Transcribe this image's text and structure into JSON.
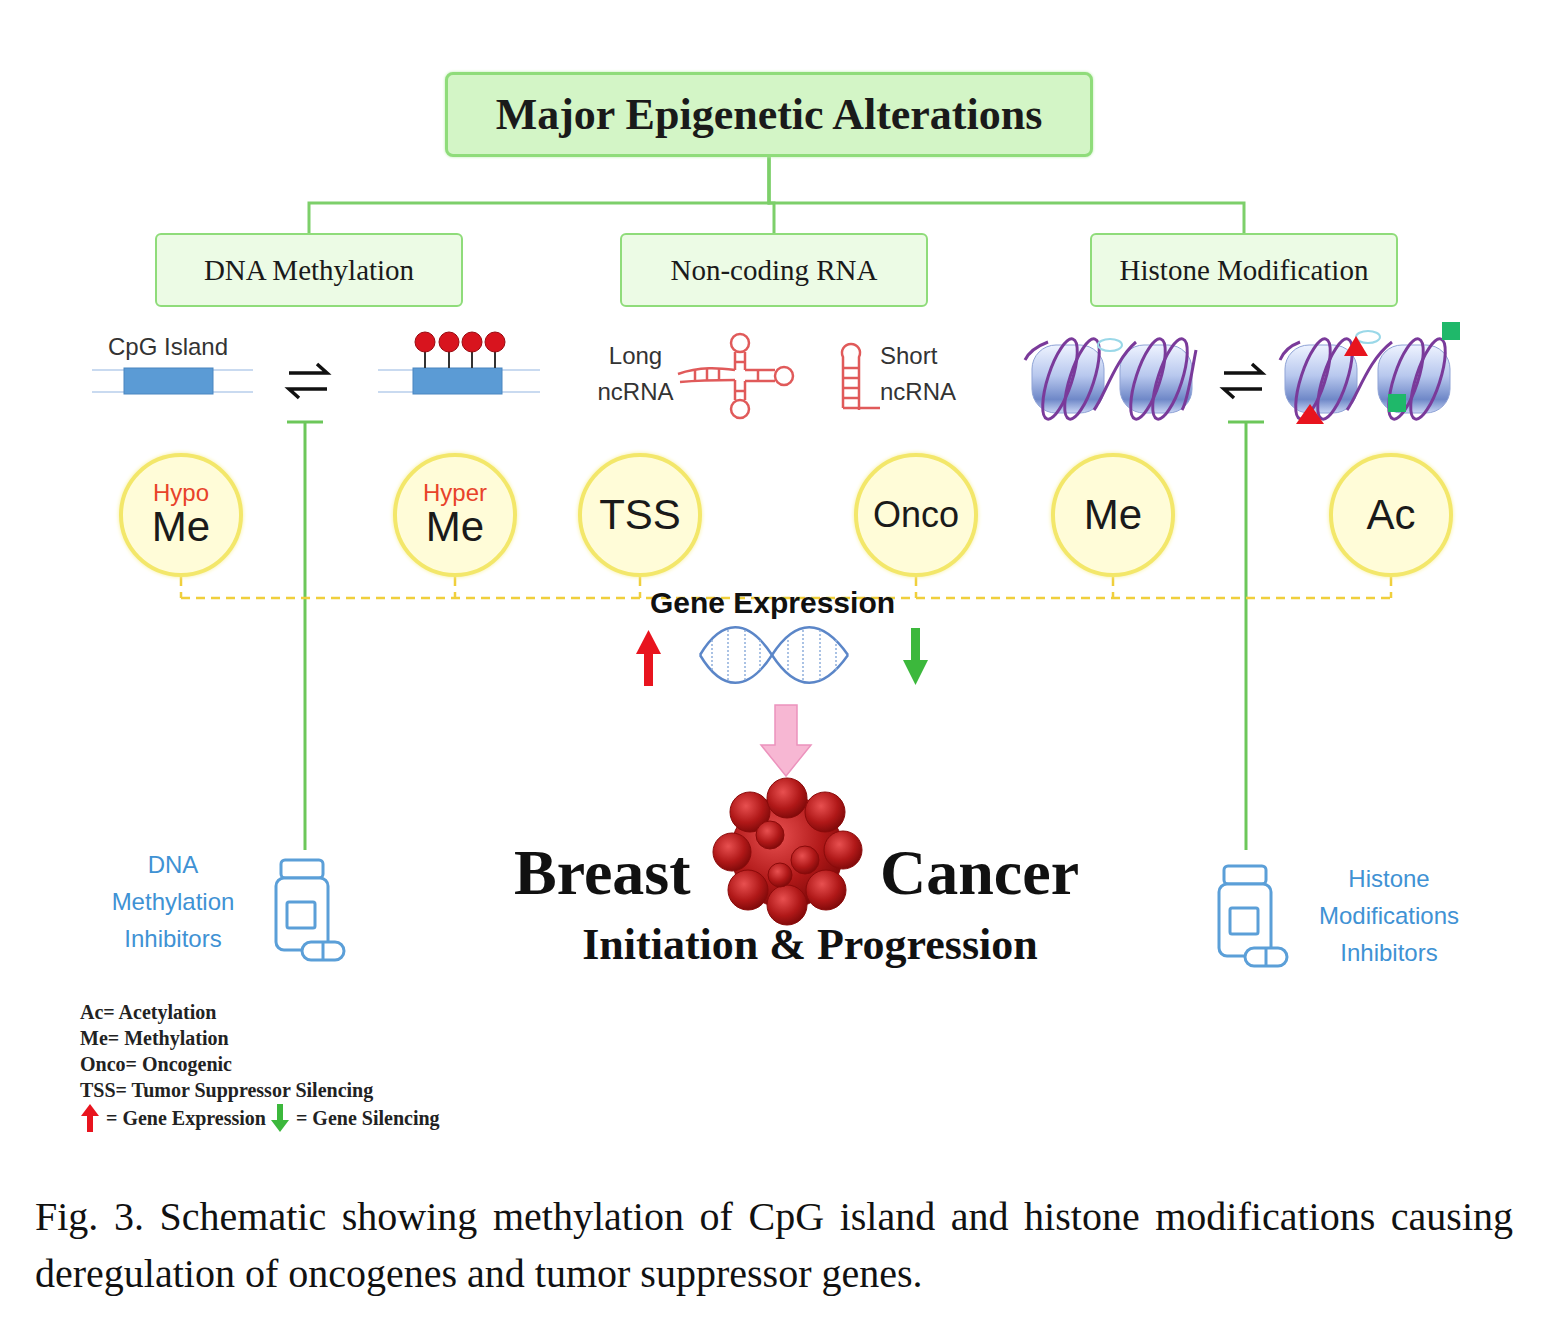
{
  "diagram": {
    "caption": "Fig. 3. Schematic showing methylation of CpG island and histone modifications causing deregulation of oncogenes and tumor suppressor genes.",
    "nodes": [
      {
        "text": [
          "Major Epigenetic Alterations"
        ]
      },
      {
        "text": [
          "DNA Methylation"
        ]
      },
      {
        "text": [
          "Non-coding RNA"
        ]
      },
      {
        "text": [
          "Histone Modification"
        ]
      },
      {
        "text": [
          "Hypo",
          "Me"
        ]
      },
      {
        "text": [
          "Hyper",
          "Me"
        ]
      },
      {
        "text": [
          "TSS"
        ]
      },
      {
        "text": [
          "Onco"
        ]
      },
      {
        "text": [
          "Me"
        ]
      },
      {
        "text": [
          "Ac"
        ]
      }
    ],
    "edges": [
      {
        "from": 0,
        "to": 1,
        "arrow": "none"
      },
      {
        "from": 0,
        "to": 2,
        "arrow": "none"
      },
      {
        "from": 0,
        "to": 3,
        "arrow": "none"
      }
    ],
    "labels": [
      "CpG Island",
      "Long ncRNA",
      "Short ncRNA",
      "Gene Expression",
      "Breast",
      "Cancer",
      "Initiation & Progression",
      "DNA Methylation Inhibitors",
      "Histone Modifications Inhibitors"
    ],
    "legend": [
      {
        "text": "Ac= Acetylation"
      },
      {
        "text": "Me= Methylation"
      },
      {
        "text": "Onco= Oncogenic"
      },
      {
        "text": "TSS= Tumor Suppressor Silencing"
      },
      {
        "text": "= Gene Expression"
      },
      {
        "text": "= Gene Silencing"
      }
    ]
  }
}
